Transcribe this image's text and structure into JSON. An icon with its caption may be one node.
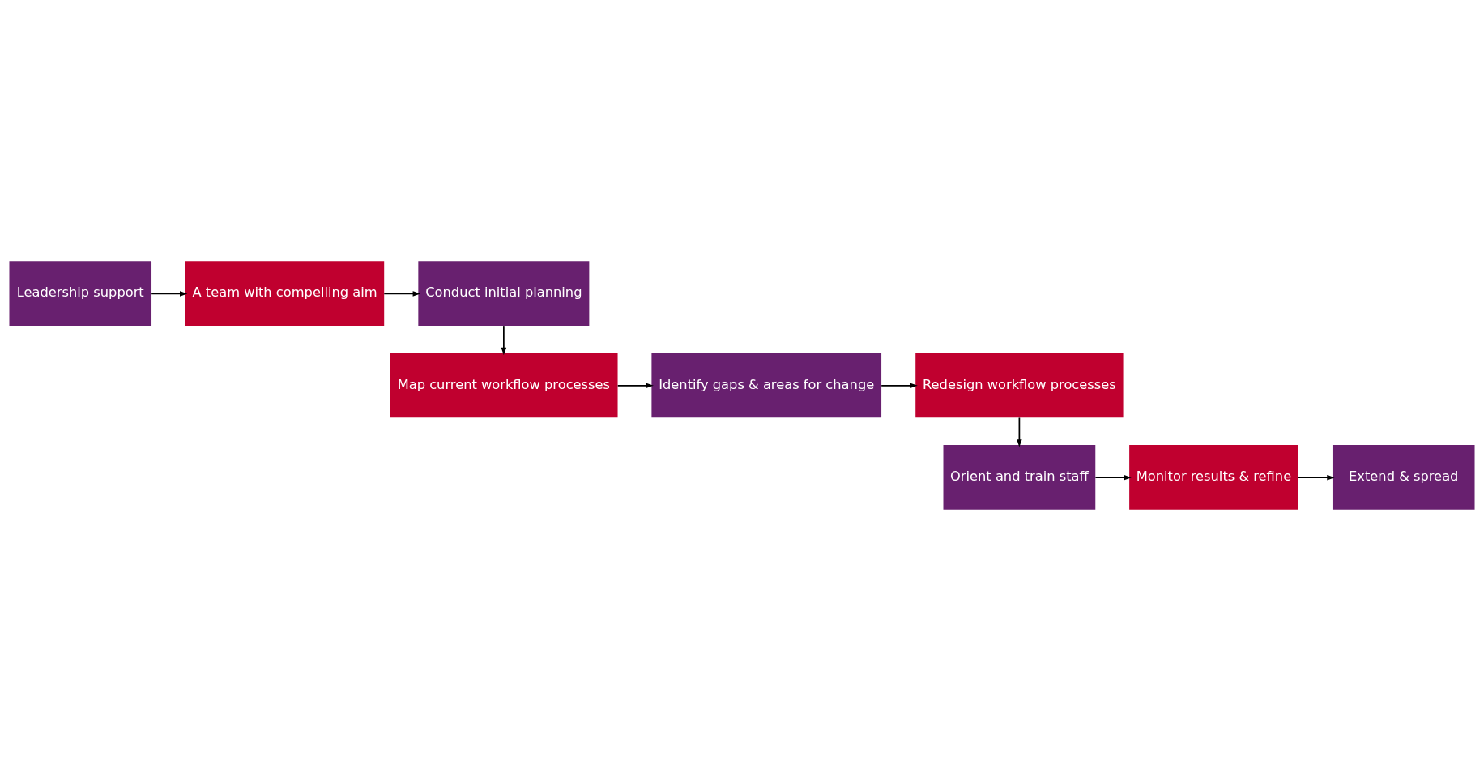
{
  "diagram": {
    "nodes": [
      {
        "text": [
          "Leadership support"
        ]
      },
      {
        "text": [
          "A team with compelling aim"
        ]
      },
      {
        "text": [
          "Conduct initial planning"
        ]
      },
      {
        "text": [
          "Map current workflow processes"
        ]
      },
      {
        "text": [
          "Identify gaps & areas for change"
        ]
      },
      {
        "text": [
          "Redesign workflow processes"
        ]
      },
      {
        "text": [
          "Orient and train staff"
        ]
      },
      {
        "text": [
          "Monitor results & refine"
        ]
      },
      {
        "text": [
          "Extend & spread"
        ]
      }
    ],
    "edges": [
      {
        "from": 0,
        "to": 1,
        "arrow": "to"
      },
      {
        "from": 1,
        "to": 2,
        "arrow": "to"
      },
      {
        "from": 2,
        "to": 3,
        "arrow": "to"
      },
      {
        "from": 3,
        "to": 4,
        "arrow": "to"
      },
      {
        "from": 4,
        "to": 5,
        "arrow": "to"
      },
      {
        "from": 5,
        "to": 6,
        "arrow": "to"
      },
      {
        "from": 6,
        "to": 7,
        "arrow": "to"
      },
      {
        "from": 7,
        "to": 8,
        "arrow": "to"
      }
    ]
  }
}
